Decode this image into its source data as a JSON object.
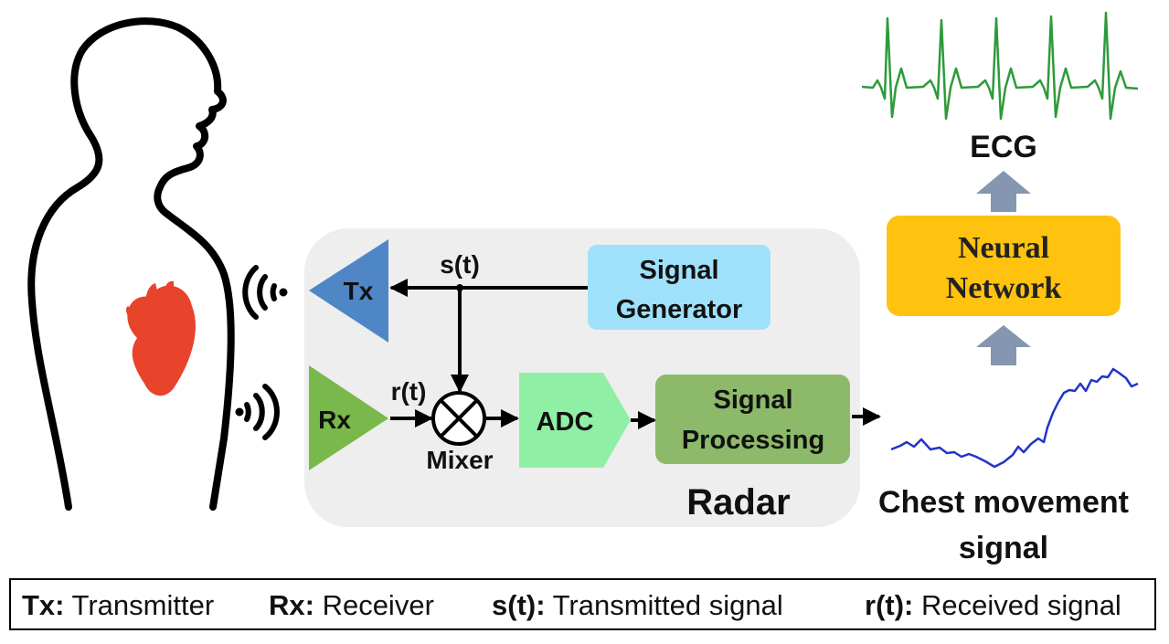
{
  "diagram": {
    "radar_label": "Radar",
    "blocks": {
      "tx": "Tx",
      "rx": "Rx",
      "signal_generator": [
        "Signal",
        "Generator"
      ],
      "adc": "ADC",
      "signal_processing": [
        "Signal",
        "Processing"
      ],
      "mixer": "Mixer",
      "neural_network": [
        "Neural",
        "Network"
      ]
    },
    "signals": {
      "s_t": "s(t)",
      "r_t": "r(t)"
    },
    "outputs": {
      "ecg": "ECG",
      "chest_movement": [
        "Chest movement",
        "signal"
      ]
    }
  },
  "legend": [
    {
      "key": "Tx:",
      "desc": " Transmitter"
    },
    {
      "key": "Rx:",
      "desc": " Receiver"
    },
    {
      "key": "s(t):",
      "desc": " Transmitted signal"
    },
    {
      "key": "r(t):",
      "desc": " Received signal"
    }
  ],
  "colors": {
    "radar_box": "#eeeeee",
    "tx": "#4f86c6",
    "rx": "#79b84a",
    "signal_generator": "#9fe1fa",
    "adc": "#8ff0a5",
    "signal_processing": "#8cba6a",
    "neural_network": "#ffc20e",
    "up_arrow": "#8496b0",
    "ecg_trace": "#2e9a3a",
    "chest_trace": "#2233cc",
    "heart": "#e8432b"
  }
}
